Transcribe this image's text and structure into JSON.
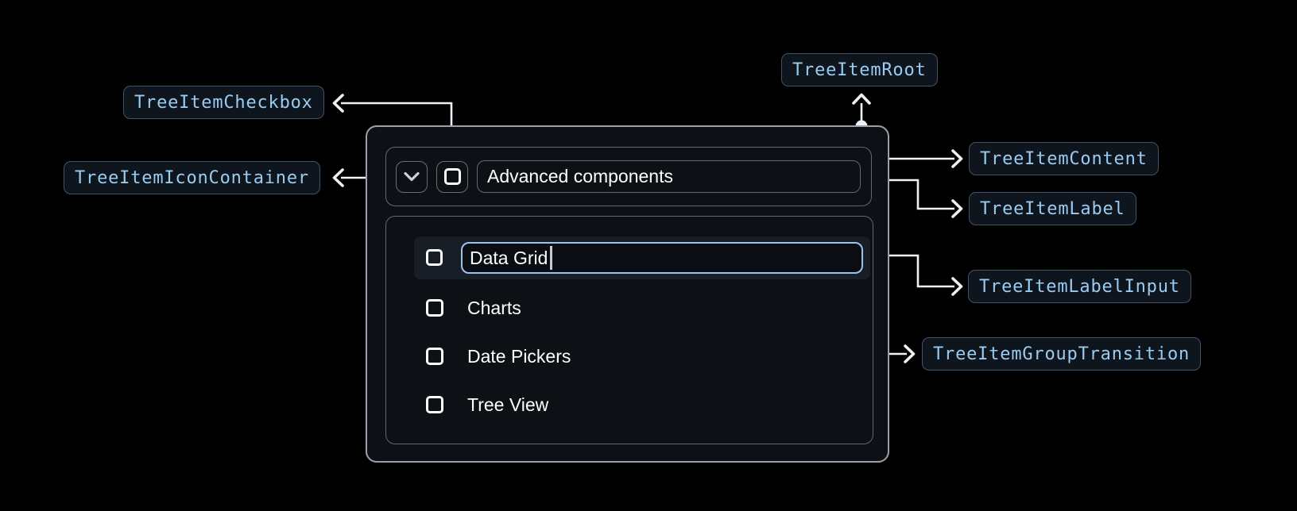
{
  "annotations": {
    "root": "TreeItemRoot",
    "checkbox": "TreeItemCheckbox",
    "icon_container": "TreeItemIconContainer",
    "content": "TreeItemContent",
    "label": "TreeItemLabel",
    "label_input": "TreeItemLabelInput",
    "group_transition": "TreeItemGroupTransition"
  },
  "tree_item": {
    "parent_label": "Advanced components",
    "expanded": true,
    "parent_checked": false,
    "editing": {
      "value": "Data Grid",
      "checked": false
    },
    "children": [
      {
        "label": "Charts",
        "checked": false
      },
      {
        "label": "Date Pickers",
        "checked": false
      },
      {
        "label": "Tree View",
        "checked": false
      }
    ]
  },
  "icons": {
    "expand_icon": "chevron-down"
  },
  "colors": {
    "badge_text": "#99ccf3",
    "badge_border": "#40536a",
    "badge_bg": "#0e151d",
    "panel_border": "#9aa1a8",
    "inner_border": "#62686e",
    "selected_row_bg": "#181e25",
    "input_focus_border": "#9cc3ee",
    "connector": "#eef2f6",
    "text": "#ffffff",
    "background": "#000000"
  }
}
